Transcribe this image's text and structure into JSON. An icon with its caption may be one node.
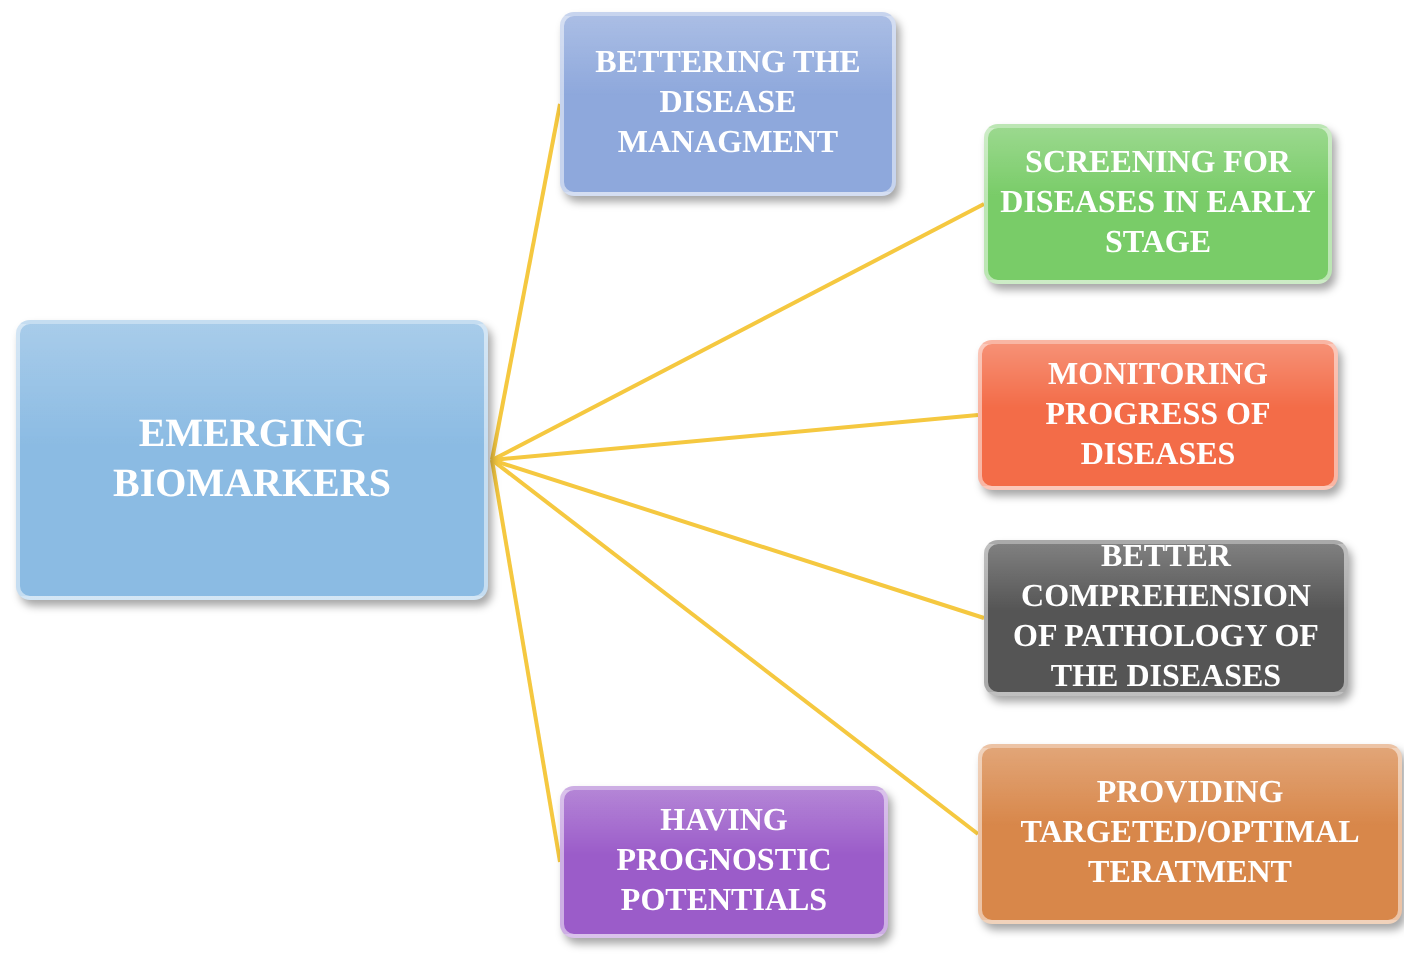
{
  "diagram": {
    "nodes": [
      {
        "text": [
          "EMERGING BIOMARKERS"
        ]
      },
      {
        "text": [
          "BETTERING THE DISEASE MANAGMENT"
        ]
      },
      {
        "text": [
          "SCREENING FOR DISEASES IN EARLY STAGE"
        ]
      },
      {
        "text": [
          "MONITORING PROGRESS OF DISEASES"
        ]
      },
      {
        "text": [
          "BETTER COMPREHENSION OF PATHOLOGY OF THE DISEASES"
        ]
      },
      {
        "text": [
          "PROVIDING TARGETED/OPTIMAL TERATMENT"
        ]
      },
      {
        "text": [
          "HAVING PROGNOSTIC POTENTIALS"
        ]
      }
    ],
    "edges": [
      {
        "from": 0,
        "to": 1,
        "arrow": "none"
      },
      {
        "from": 0,
        "to": 2,
        "arrow": "none"
      },
      {
        "from": 0,
        "to": 3,
        "arrow": "none"
      },
      {
        "from": 0,
        "to": 4,
        "arrow": "none"
      },
      {
        "from": 0,
        "to": 5,
        "arrow": "none"
      },
      {
        "from": 0,
        "to": 6,
        "arrow": "none"
      }
    ]
  }
}
